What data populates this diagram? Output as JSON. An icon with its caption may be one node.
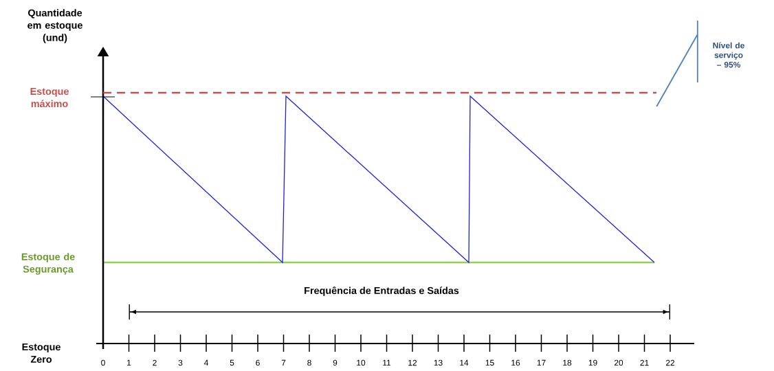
{
  "diagram": {
    "nodes": [
      {
        "text": [
          "Nível de serviço – 95%"
        ]
      },
      {
        "text": [],
        "shape": "line"
      }
    ],
    "edges": [
      {
        "from": 0,
        "to": 1,
        "arrow": "none"
      }
    ],
    "labels": [
      "Quantidade em estoque (und)",
      "Estoque máximo",
      "Estoque de Segurança",
      "Frequência de Entradas e Saídas",
      "Estoque Zero",
      "0",
      "1",
      "2",
      "3",
      "4",
      "5",
      "6",
      "7",
      "8",
      "9",
      "10",
      "11",
      "12",
      "13",
      "14",
      "15",
      "16",
      "17",
      "18",
      "19",
      "20",
      "21",
      "22"
    ]
  }
}
